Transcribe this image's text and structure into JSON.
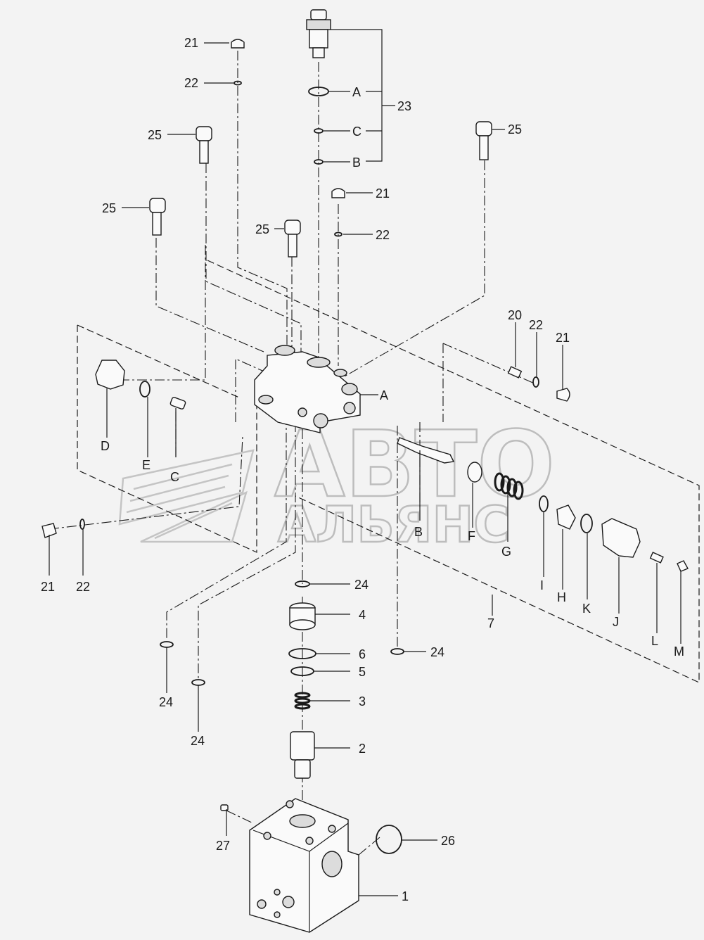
{
  "callouts": [
    {
      "id": "c21a",
      "text": "21"
    },
    {
      "id": "c22a",
      "text": "22"
    },
    {
      "id": "cA1",
      "text": "A"
    },
    {
      "id": "cC1",
      "text": "C"
    },
    {
      "id": "cB1",
      "text": "B"
    },
    {
      "id": "c23",
      "text": "23"
    },
    {
      "id": "c25a",
      "text": "25"
    },
    {
      "id": "c25b",
      "text": "25"
    },
    {
      "id": "c25c",
      "text": "25"
    },
    {
      "id": "c25d",
      "text": "25"
    },
    {
      "id": "c21b",
      "text": "21"
    },
    {
      "id": "c22b",
      "text": "22"
    },
    {
      "id": "c20",
      "text": "20"
    },
    {
      "id": "c22c",
      "text": "22"
    },
    {
      "id": "c21c",
      "text": "21"
    },
    {
      "id": "cA2",
      "text": "A"
    },
    {
      "id": "cD",
      "text": "D"
    },
    {
      "id": "cE",
      "text": "E"
    },
    {
      "id": "cC2",
      "text": "C"
    },
    {
      "id": "cB2",
      "text": "B"
    },
    {
      "id": "cF",
      "text": "F"
    },
    {
      "id": "cG",
      "text": "G"
    },
    {
      "id": "cI",
      "text": "I"
    },
    {
      "id": "cH",
      "text": "H"
    },
    {
      "id": "cK",
      "text": "K"
    },
    {
      "id": "cJ",
      "text": "J"
    },
    {
      "id": "cL",
      "text": "L"
    },
    {
      "id": "cM",
      "text": "M"
    },
    {
      "id": "c21d",
      "text": "21"
    },
    {
      "id": "c22d",
      "text": "22"
    },
    {
      "id": "c24a",
      "text": "24"
    },
    {
      "id": "c4",
      "text": "4"
    },
    {
      "id": "c6",
      "text": "6"
    },
    {
      "id": "c5",
      "text": "5"
    },
    {
      "id": "c24b",
      "text": "24"
    },
    {
      "id": "c7",
      "text": "7"
    },
    {
      "id": "c3",
      "text": "3"
    },
    {
      "id": "c2",
      "text": "2"
    },
    {
      "id": "c24c",
      "text": "24"
    },
    {
      "id": "c24d",
      "text": "24"
    },
    {
      "id": "c27",
      "text": "27"
    },
    {
      "id": "c26",
      "text": "26"
    },
    {
      "id": "c1",
      "text": "1"
    }
  ],
  "watermark": {
    "line1": "АВТО",
    "line2": "АЛЬЯНС"
  }
}
